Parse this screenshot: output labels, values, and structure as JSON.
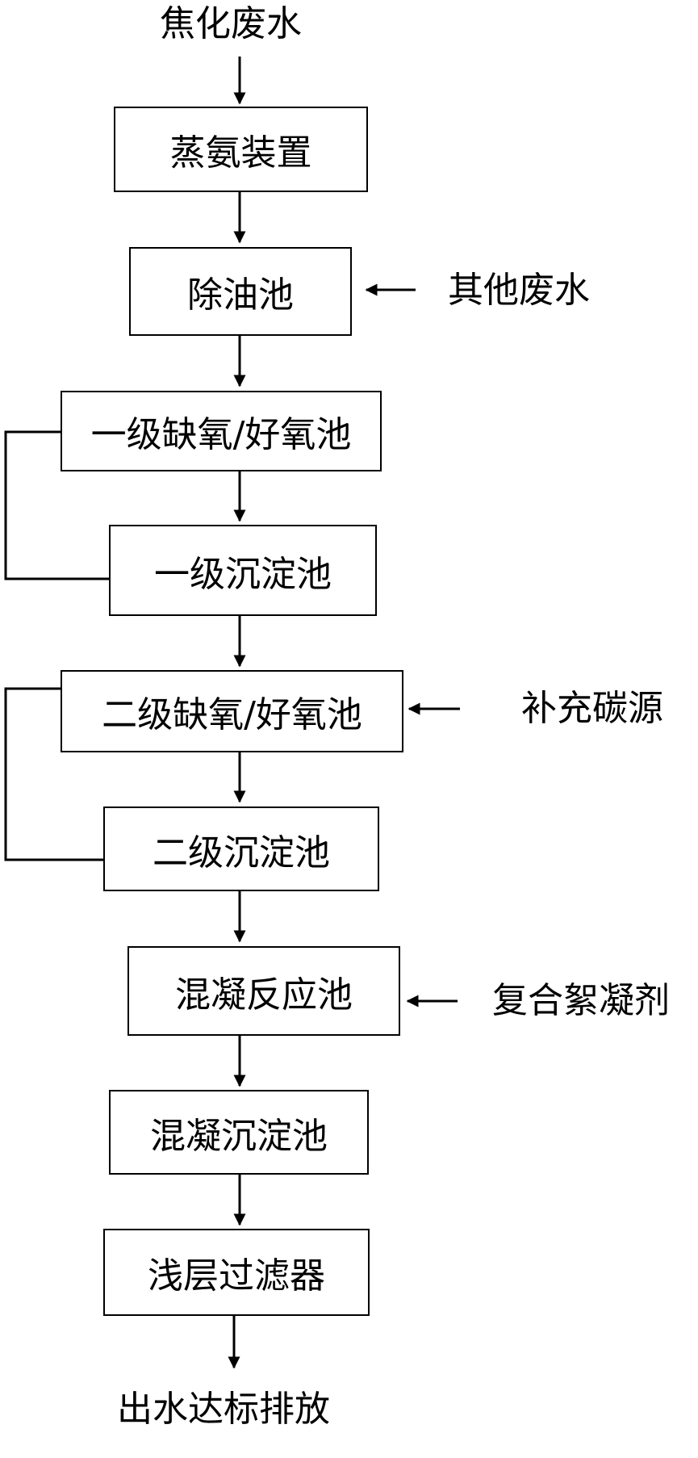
{
  "diagram": {
    "input_label": "焦化废水",
    "output_label": "出水达标排放",
    "steps": [
      {
        "id": "ammonia-stripping",
        "label": "蒸氨装置"
      },
      {
        "id": "oil-removal",
        "label": "除油池"
      },
      {
        "id": "anoxic-oxic-1",
        "label": "一级缺氧/好氧池"
      },
      {
        "id": "sedimentation-1",
        "label": "一级沉淀池"
      },
      {
        "id": "anoxic-oxic-2",
        "label": "二级缺氧/好氧池"
      },
      {
        "id": "sedimentation-2",
        "label": "二级沉淀池"
      },
      {
        "id": "coagulation-reaction",
        "label": "混凝反应池"
      },
      {
        "id": "coagulation-sedimentation",
        "label": "混凝沉淀池"
      },
      {
        "id": "shallow-filter",
        "label": "浅层过滤器"
      }
    ],
    "side_inputs": [
      {
        "id": "other-wastewater",
        "label": "其他废水",
        "target": "oil-removal"
      },
      {
        "id": "carbon-source",
        "label": "补充碳源",
        "target": "anoxic-oxic-2"
      },
      {
        "id": "flocculant",
        "label": "复合絮凝剂",
        "target": "coagulation-reaction"
      }
    ],
    "recycle_loops": [
      {
        "from": "sedimentation-1",
        "to": "anoxic-oxic-1"
      },
      {
        "from": "sedimentation-2",
        "to": "anoxic-oxic-2"
      }
    ]
  }
}
